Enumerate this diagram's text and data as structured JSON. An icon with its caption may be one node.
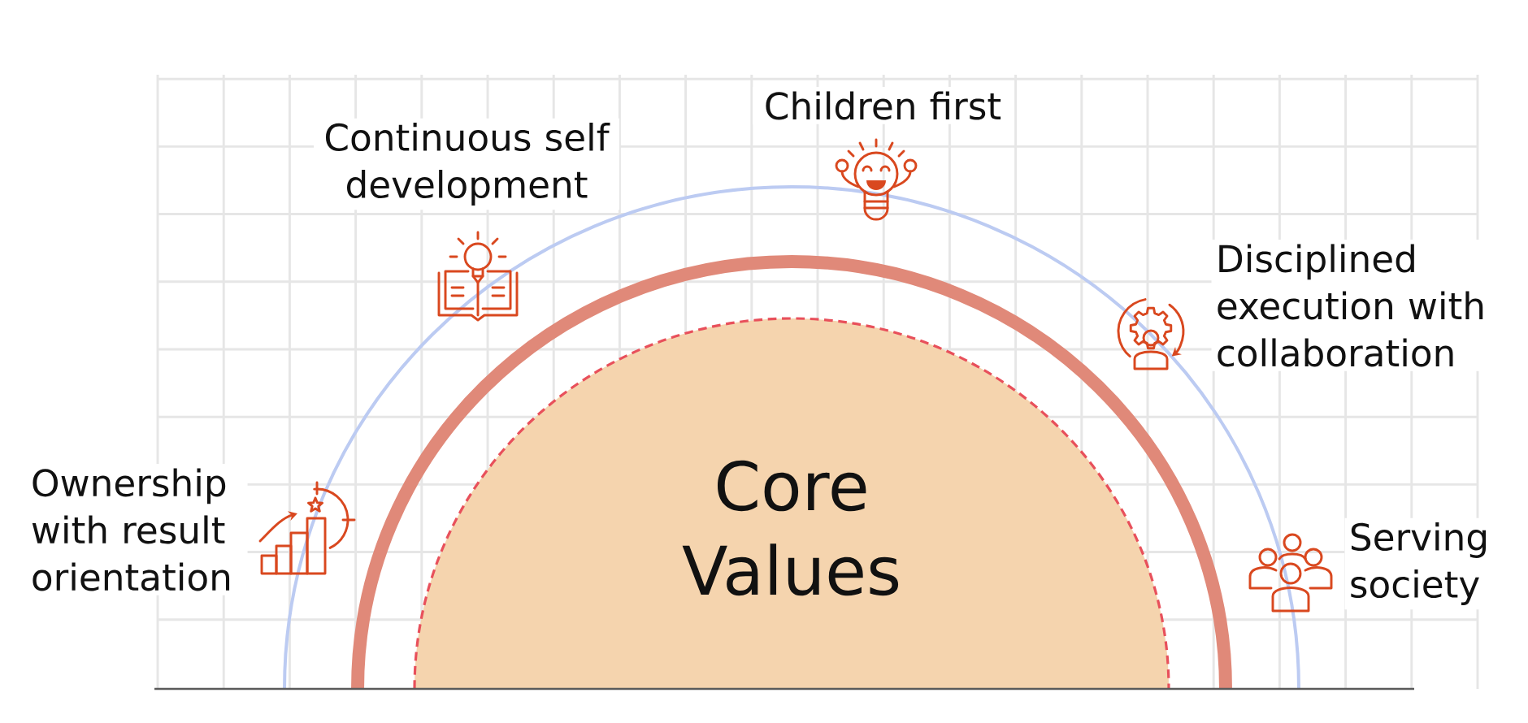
{
  "diagram": {
    "nodes": [
      {
        "text": [
          "Core Values"
        ]
      }
    ],
    "labels": [
      "Children first",
      "Continuous self development",
      "Disciplined execution with collaboration",
      "Ownership with result orientation",
      "Serving society"
    ]
  }
}
